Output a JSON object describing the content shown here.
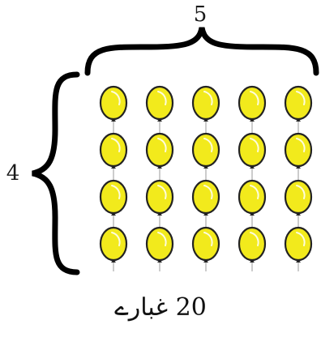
{
  "figure": {
    "columns_label": "5",
    "rows_label": "4",
    "rows": 4,
    "columns": 5,
    "balloon_color": "#f2ea1c",
    "balloon_outline": "#222222",
    "highlight_color": "#ffffff",
    "bracket_color": "#000000"
  },
  "caption": "20 غبارے"
}
